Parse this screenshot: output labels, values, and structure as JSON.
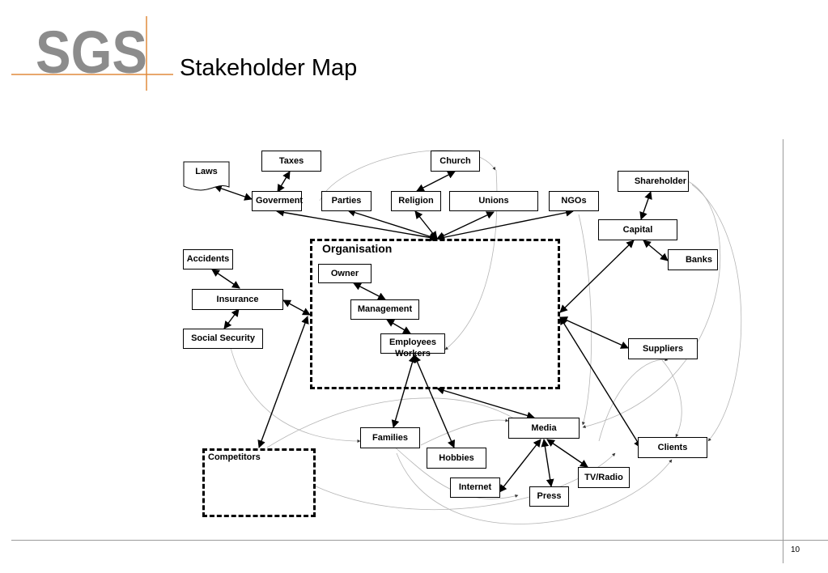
{
  "header": {
    "logo_text": "SGS",
    "title": "Stakeholder Map"
  },
  "footer": {
    "page_number": "10"
  },
  "diagram": {
    "organisation_label": "Organisation",
    "nodes": {
      "laws": "Laws",
      "taxes": "Taxes",
      "church": "Church",
      "shareholder": "Shareholder",
      "government": "Goverment",
      "parties": "Parties",
      "religion": "Religion",
      "unions": "Unions",
      "ngos": "NGOs",
      "capital": "Capital",
      "banks": "Banks",
      "accidents": "Accidents",
      "insurance": "Insurance",
      "social_security": "Social Security",
      "owner": "Owner",
      "management": "Management",
      "employees": "Employees",
      "workers": "Workers",
      "suppliers": "Suppliers",
      "media": "Media",
      "families": "Families",
      "hobbies": "Hobbies",
      "clients": "Clients",
      "competitors": "Competitors",
      "tv_radio": "TV/Radio",
      "internet": "Internet",
      "press": "Press"
    }
  }
}
